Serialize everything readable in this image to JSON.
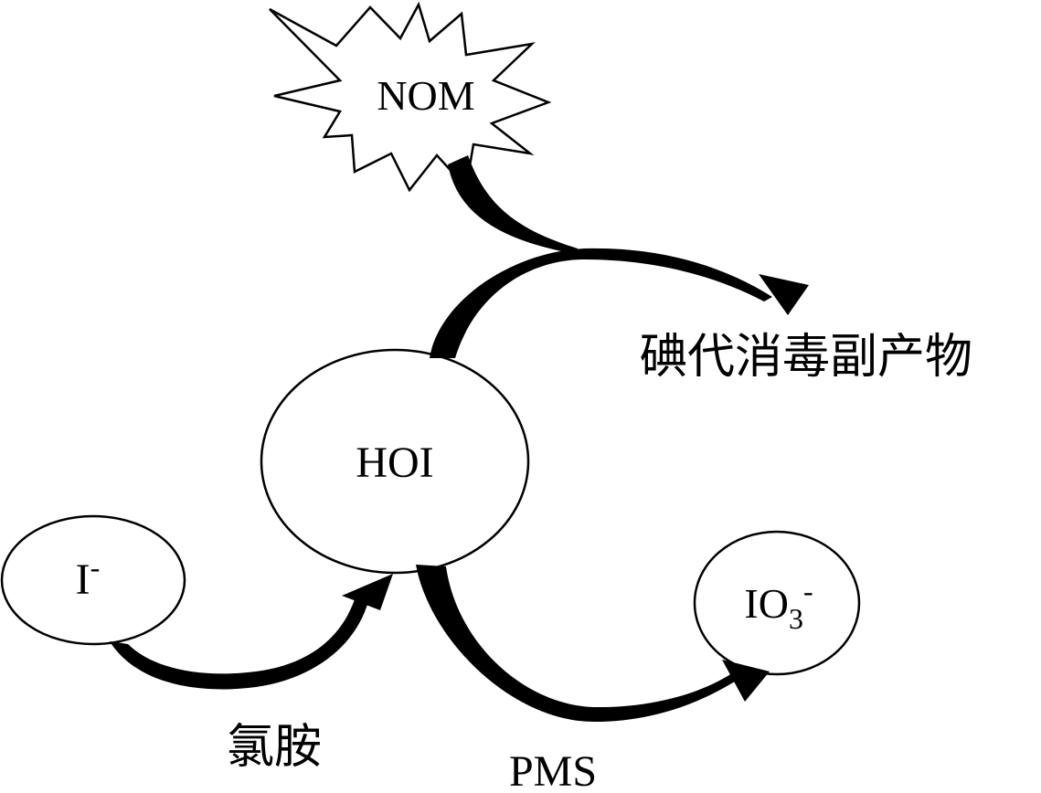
{
  "nodes": {
    "nom": {
      "text": "NOM"
    },
    "hoi": {
      "text": "HOI"
    },
    "iodide": {
      "base": "I",
      "sup": "-"
    },
    "iodate": {
      "base": "IO",
      "sub": "3",
      "sup": "-"
    }
  },
  "edge_labels": {
    "idbp": "碘代消毒副产物",
    "chloramine": "氯胺",
    "pms": "PMS"
  },
  "colors": {
    "stroke": "#000000",
    "fill": "#ffffff"
  }
}
